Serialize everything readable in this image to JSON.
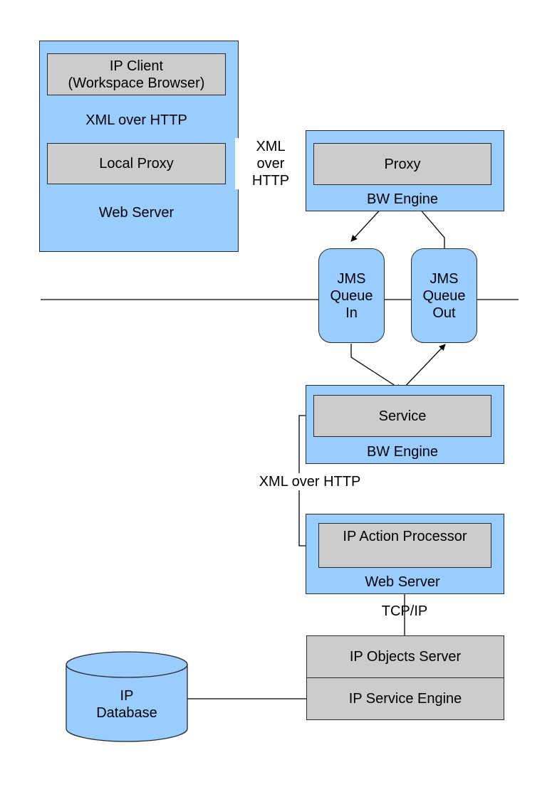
{
  "colors": {
    "container_fill": "#99ccff",
    "component_fill": "#cccccc",
    "line": "#000000"
  },
  "client_group": {
    "client_label": "IP Client\n(Workspace Browser)",
    "link_label": "XML over HTTP",
    "local_proxy_label": "Local Proxy",
    "container_label": "Web Server"
  },
  "proxy_link_label": "XML\nover\nHTTP",
  "bw_engine_top": {
    "proxy_label": "Proxy",
    "container_label": "BW Engine"
  },
  "jms": {
    "queue_in_label": "JMS\nQueue\nIn",
    "queue_out_label": "JMS\nQueue\nOut"
  },
  "bw_engine_bottom": {
    "service_label": "Service",
    "container_label": "BW Engine"
  },
  "service_link_label": "XML over HTTP",
  "action_server": {
    "processor_label": "IP Action Processor",
    "container_label": "Web Server"
  },
  "tcp_label": "TCP/IP",
  "objects_server_label": "IP Objects Server",
  "service_engine_label": "IP Service Engine",
  "database_label": "IP\nDatabase"
}
